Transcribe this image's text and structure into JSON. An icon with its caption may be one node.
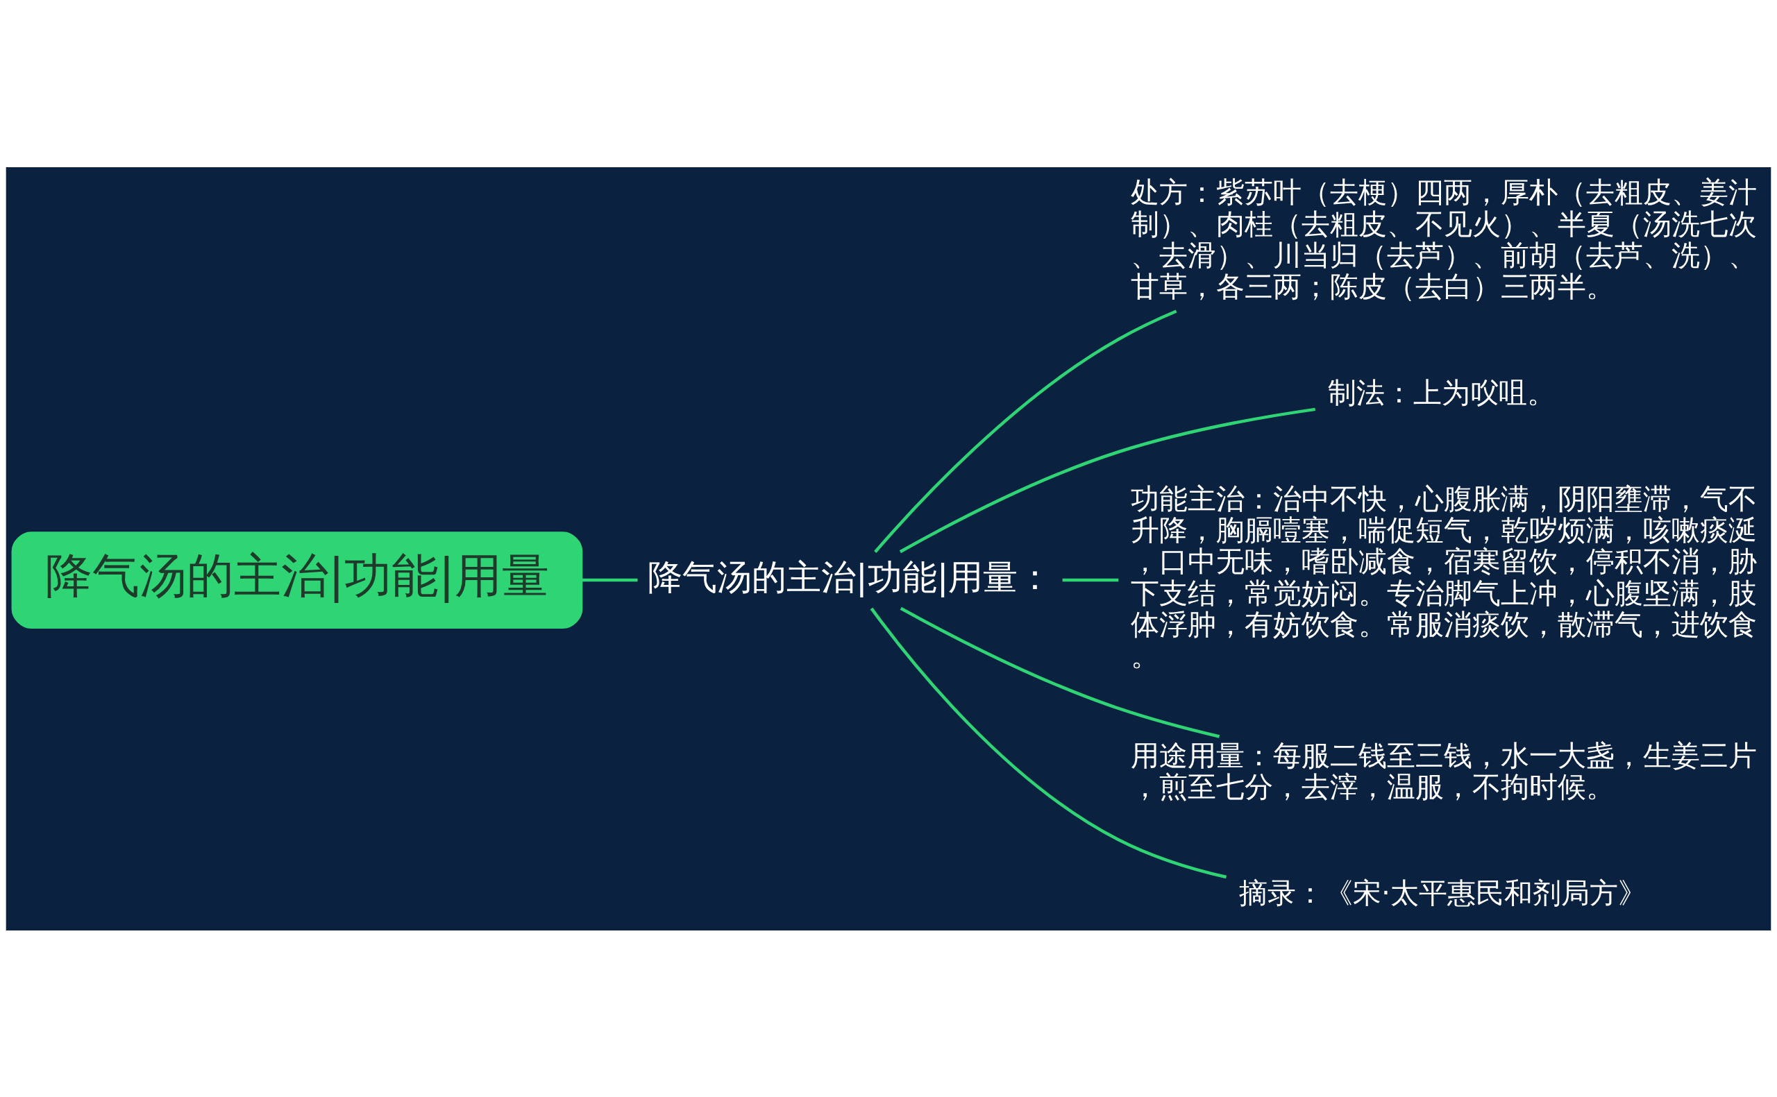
{
  "diagram": {
    "nodes": [
      {
        "text": [
          "降气汤的主治|功能|用量"
        ]
      },
      {
        "text": [
          "降气汤的主治|功能|用量："
        ]
      },
      {
        "text": [
          "处方：紫苏叶（去梗）四两，厚朴（去粗皮、姜汁制）、肉桂（去粗皮、不见火）、半夏（汤洗七次、去滑）、川当归（去芦）、前胡（去芦、洗）、甘草，各三两；陈皮（去白）三两半。"
        ]
      },
      {
        "text": [
          "制法：上为㕮咀。"
        ]
      },
      {
        "text": [
          "功能主治：治中不快，心腹胀满，阴阳壅滞，气不升降，胸膈噎塞，喘促短气，乾哕烦满，咳嗽痰涎，口中无味，嗜卧减食，宿寒留饮，停积不消，胁下支结，常觉妨闷。专治脚气上冲，心腹坚满，肢体浮肿，有妨饮食。常服消痰饮，散滞气，进饮食。"
        ]
      },
      {
        "text": [
          "用途用量：每服二钱至三钱，水一大盏，生姜三片，煎至七分，去滓，温服，不拘时候。"
        ]
      },
      {
        "text": [
          "摘录：《宋·太平惠民和剂局方》"
        ]
      }
    ],
    "edges": [
      {
        "from": 0,
        "to": 1,
        "arrow": "none"
      },
      {
        "from": 1,
        "to": 2,
        "arrow": "none"
      },
      {
        "from": 1,
        "to": 3,
        "arrow": "none"
      },
      {
        "from": 1,
        "to": 4,
        "arrow": "none"
      },
      {
        "from": 1,
        "to": 5,
        "arrow": "none"
      },
      {
        "from": 1,
        "to": 6,
        "arrow": "none"
      }
    ]
  }
}
